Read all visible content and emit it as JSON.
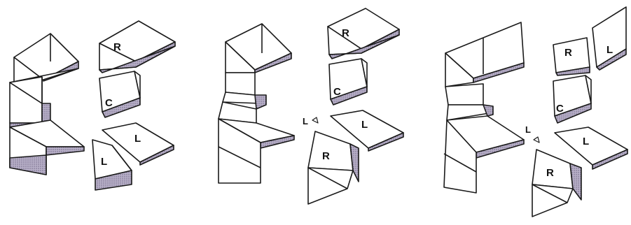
{
  "labels": {
    "r": "R",
    "c": "C",
    "l": "L"
  },
  "colors": {
    "line": "#1a1a1a",
    "shade": "#b4abc6",
    "face": "#ffffff"
  }
}
